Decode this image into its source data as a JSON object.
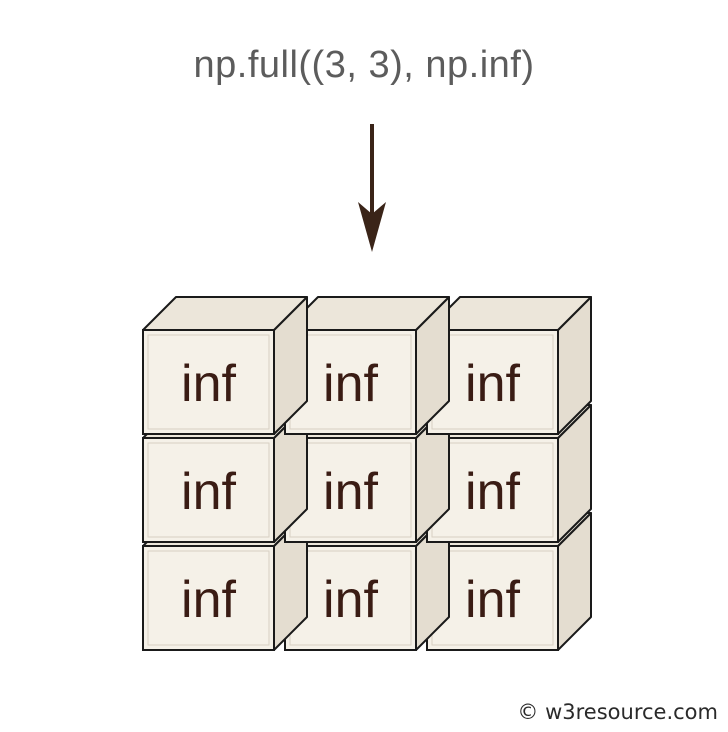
{
  "title": "np.full((3, 3), np.inf)",
  "grid": {
    "rows": 3,
    "cols": 3,
    "cells": [
      [
        "inf",
        "inf",
        "inf"
      ],
      [
        "inf",
        "inf",
        "inf"
      ],
      [
        "inf",
        "inf",
        "inf"
      ]
    ]
  },
  "credit": {
    "symbol": "©",
    "text": "w3resource.com"
  },
  "colors": {
    "title": "#5c5c5c",
    "arrow": "#3a2418",
    "cube_front": "#f5f1e8",
    "cube_top": "#ece6da",
    "cube_side": "#e4ddd0",
    "cube_edge": "#1a1a1a",
    "cell_text": "#3a1c14"
  }
}
